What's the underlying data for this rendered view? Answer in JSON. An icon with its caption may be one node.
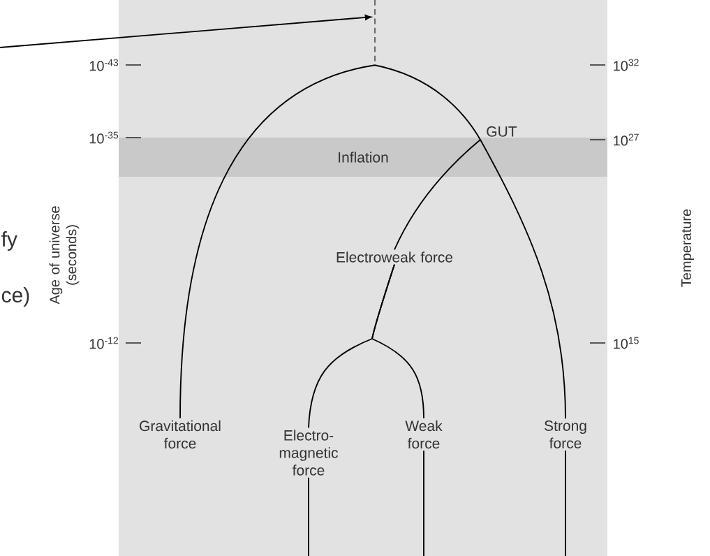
{
  "diagram": {
    "nodes": [
      {
        "text": [],
        "shape": "line"
      },
      {
        "text": [
          "GUT"
        ]
      },
      {
        "text": [
          "Inflation"
        ]
      },
      {
        "text": [
          "Electroweak force"
        ]
      },
      {
        "text": [
          "Gravitational force"
        ]
      },
      {
        "text": [
          "Electro- magnetic force"
        ]
      },
      {
        "text": [
          "Weak force"
        ]
      },
      {
        "text": [
          "Strong force"
        ]
      }
    ],
    "edges": [
      {
        "from": null,
        "to": 0,
        "arrow": "to"
      },
      {
        "from": 0,
        "to": 4,
        "arrow": "none"
      },
      {
        "from": 0,
        "to": 1,
        "arrow": "none"
      },
      {
        "from": 1,
        "to": 7,
        "arrow": "none"
      },
      {
        "from": 1,
        "to": 3,
        "arrow": "none"
      },
      {
        "from": 3,
        "to": 5,
        "arrow": "none"
      },
      {
        "from": 3,
        "to": 6,
        "arrow": "none"
      },
      {
        "from": 5,
        "to": null,
        "arrow": "none"
      },
      {
        "from": 6,
        "to": null,
        "arrow": "none"
      },
      {
        "from": 7,
        "to": null,
        "arrow": "none"
      }
    ],
    "labels": [
      "10$^{-43}$",
      "10$^{-35}$",
      "10$^{-12}$",
      "10$^{32}$",
      "10$^{27}$",
      "10$^{15}$",
      "Age of universe (seconds)",
      "Temperature",
      "fy",
      "ce)"
    ]
  }
}
